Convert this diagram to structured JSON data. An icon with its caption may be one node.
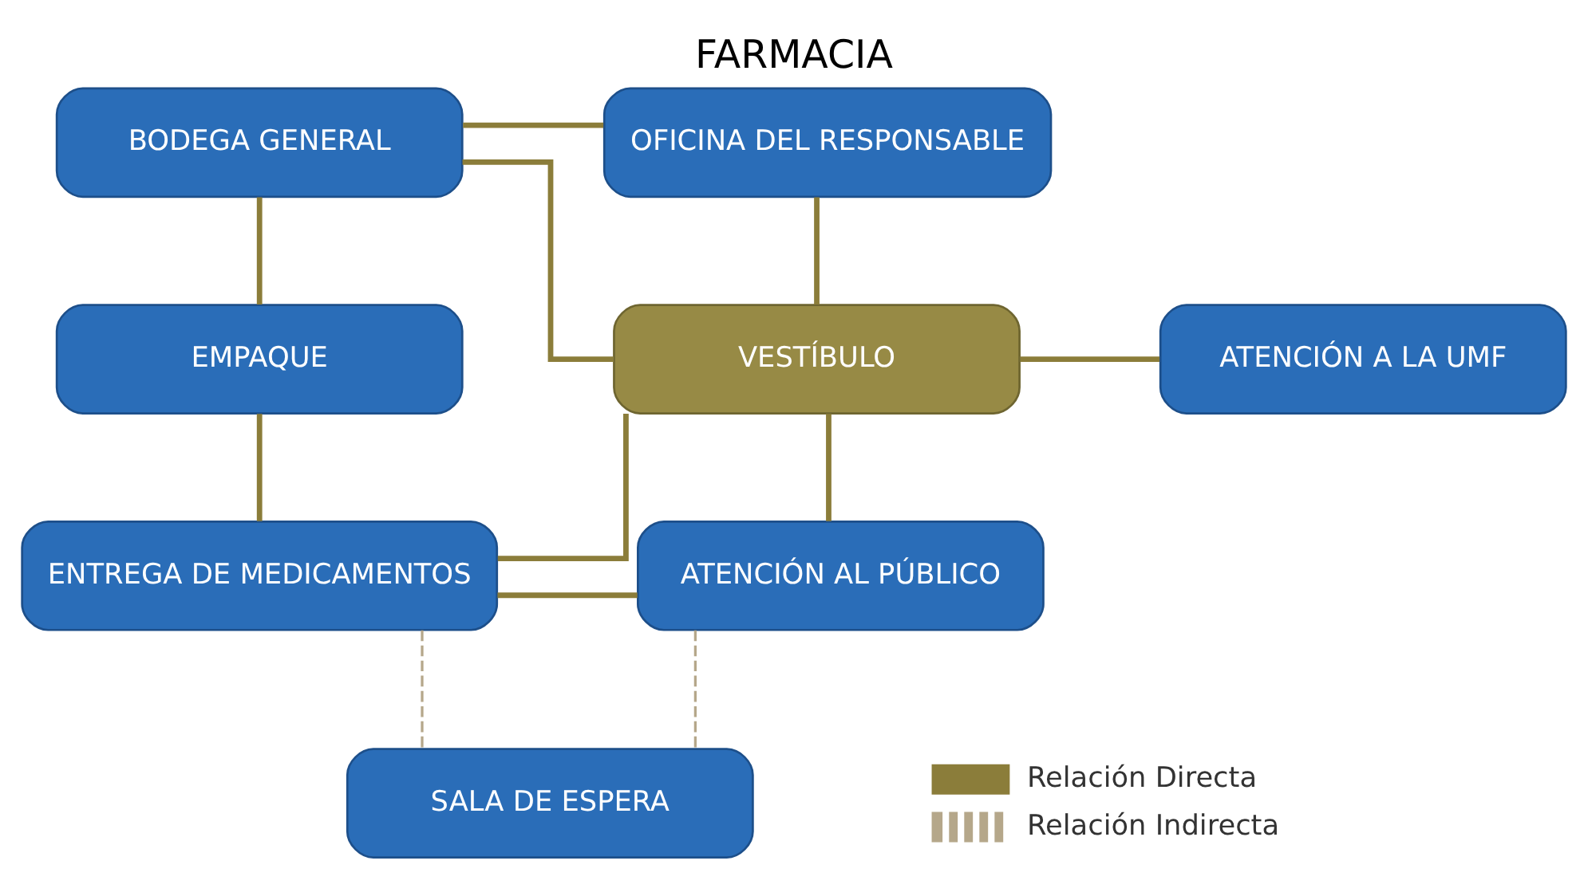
{
  "diagram": {
    "title": "FARMACIA",
    "nodes": [
      {
        "text": [
          "BODEGA GENERAL"
        ]
      },
      {
        "text": [
          "OFICINA DEL RESPONSABLE"
        ]
      },
      {
        "text": [
          "EMPAQUE"
        ]
      },
      {
        "text": [
          "VESTÍBULO"
        ]
      },
      {
        "text": [
          "ATENCIÓN A LA UMF"
        ]
      },
      {
        "text": [
          "ENTREGA DE MEDICAMENTOS"
        ]
      },
      {
        "text": [
          "ATENCIÓN AL PÚBLICO"
        ]
      },
      {
        "text": [
          "SALA DE ESPERA"
        ]
      }
    ],
    "edges": [
      {
        "from": 0,
        "to": 2,
        "arrow": "none"
      },
      {
        "from": 0,
        "to": 1,
        "arrow": "none"
      },
      {
        "from": 0,
        "to": 3,
        "arrow": "none"
      },
      {
        "from": 1,
        "to": 3,
        "arrow": "none"
      },
      {
        "from": 3,
        "to": 4,
        "arrow": "none"
      },
      {
        "from": 2,
        "to": 5,
        "arrow": "none"
      },
      {
        "from": 3,
        "to": 5,
        "arrow": "none"
      },
      {
        "from": 3,
        "to": 6,
        "arrow": "none"
      },
      {
        "from": 5,
        "to": 6,
        "arrow": "none"
      },
      {
        "from": 5,
        "to": 7,
        "arrow": "none",
        "style": "dashed",
        "color": "#b5a78a"
      },
      {
        "from": 6,
        "to": 7,
        "arrow": "none",
        "style": "dashed",
        "color": "#b5a78a"
      }
    ],
    "legend": [
      {
        "text": "Relación Directa"
      },
      {
        "text": "Relación Indirecta"
      }
    ]
  }
}
